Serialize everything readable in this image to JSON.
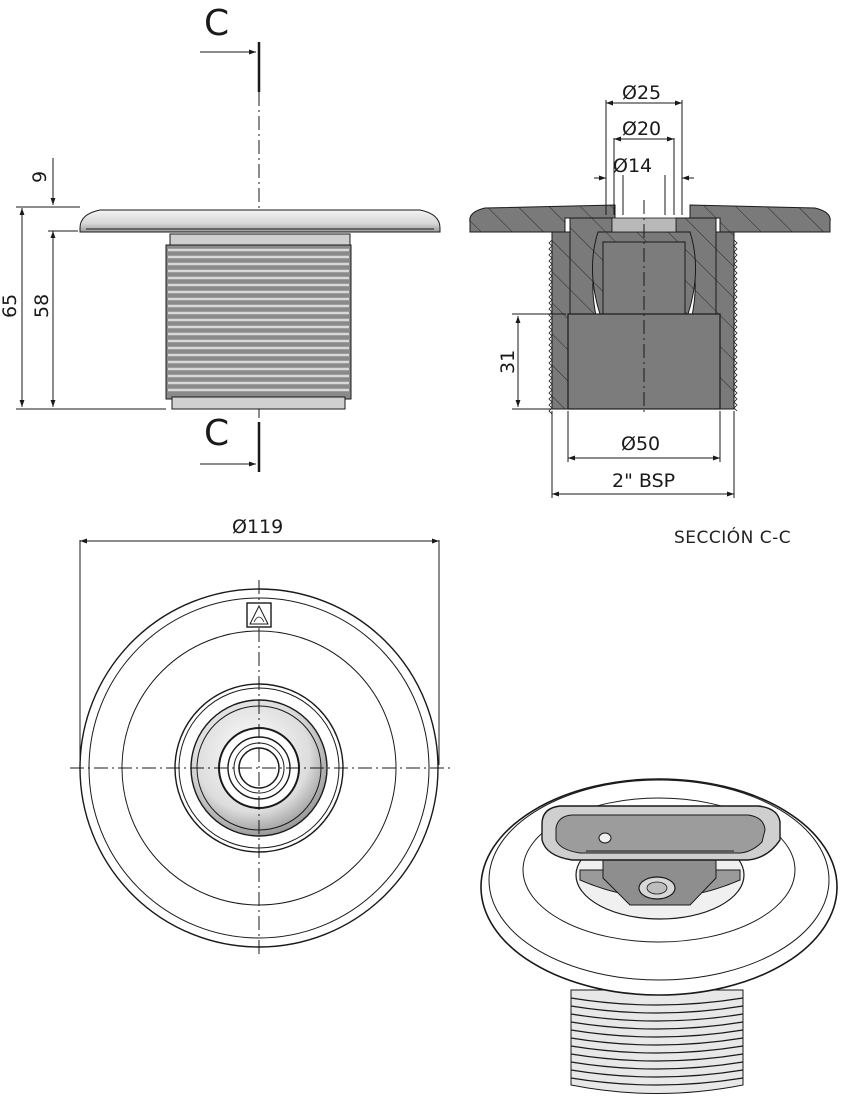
{
  "drawing": {
    "type": "technical-drawing",
    "subject": "pool wall return inlet fitting",
    "units": "mm",
    "views": {
      "side_view": {
        "section_marker_top": "C",
        "section_marker_bottom": "C",
        "dimensions": {
          "flange_thickness": "9",
          "total_height": "65",
          "body_height": "58"
        }
      },
      "section_view": {
        "title": "SECCIÓN C-C",
        "dimensions": {
          "diameter_outer_nozzle": "Ø25",
          "diameter_mid_nozzle": "Ø20",
          "diameter_inner_nozzle": "Ø14",
          "socket_depth": "31",
          "socket_diameter": "Ø50",
          "thread": "2\" BSP"
        }
      },
      "front_view": {
        "dimensions": {
          "flange_diameter": "Ø119"
        },
        "logo_icon": "triangle-logo-icon"
      },
      "isometric_view": {
        "label": ""
      }
    },
    "colors": {
      "line": "#1a1a1a",
      "section_fill": "#7a7a7a",
      "background": "#ffffff"
    }
  }
}
